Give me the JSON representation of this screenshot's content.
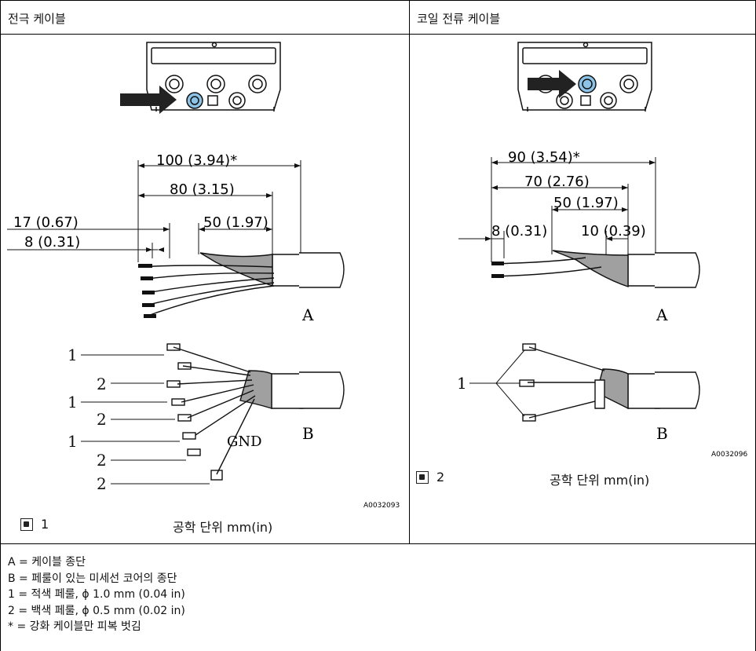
{
  "headers": {
    "left": "전극 케이블",
    "right": "코일 전류 케이블"
  },
  "left_figure": {
    "dims": {
      "d100": "100 (3.94)*",
      "d80": "80 (3.15)",
      "d17": "17 (0.67)",
      "d8": "8 (0.31)",
      "d50": "50 (1.97)"
    },
    "label_a": "A",
    "label_b": "B",
    "callouts": [
      "1",
      "2",
      "1",
      "2",
      "1",
      "2",
      "2"
    ],
    "gnd": "GND",
    "code": "A0032093",
    "figure_number": "1",
    "caption": "공학 단위 mm(in)"
  },
  "right_figure": {
    "dims": {
      "d90": "90 (3.54)*",
      "d70": "70 (2.76)",
      "d50": "50 (1.97)",
      "d8": "8 (0.31)",
      "d10": "10 (0.39)"
    },
    "label_a": "A",
    "label_b": "B",
    "callouts": [
      "1"
    ],
    "code": "A0032096",
    "figure_number": "2",
    "caption": "공학 단위 mm(in)"
  },
  "legend": [
    "A = 케이블 종단",
    "B = 페룰이 있는 미세선 코어의 종단",
    "1 = 적색 페룰, ϕ 1.0 mm (0.04 in)",
    "2 = 백색 페룰, ϕ 0.5 mm (0.02 in)",
    "* = 강화 케이블만 피복 벗김"
  ],
  "colors": {
    "highlight_port": "#8cc3e6",
    "shield_gray": "#a0a0a0"
  }
}
